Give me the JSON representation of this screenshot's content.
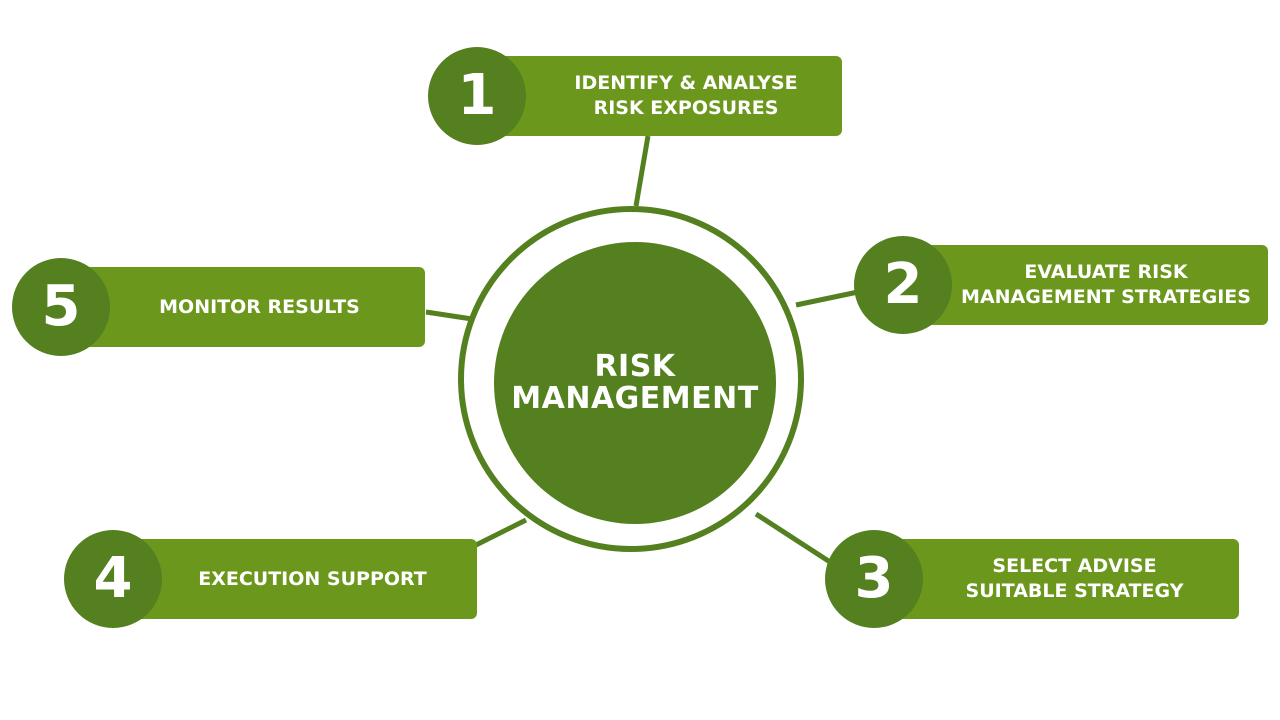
{
  "center": {
    "title": "RISK\nMANAGEMENT"
  },
  "steps": [
    {
      "number": "1",
      "label": "IDENTIFY & ANALYSE\nRISK EXPOSURES"
    },
    {
      "number": "2",
      "label": "EVALUATE RISK\nMANAGEMENT STRATEGIES"
    },
    {
      "number": "3",
      "label": "SELECT ADVISE\nSUITABLE STRATEGY"
    },
    {
      "number": "4",
      "label": "EXECUTION SUPPORT"
    },
    {
      "number": "5",
      "label": "MONITOR RESULTS"
    }
  ],
  "colors": {
    "dark_green": "#548020",
    "light_green": "#6b981c",
    "background": "#ffffff",
    "text": "#ffffff"
  }
}
